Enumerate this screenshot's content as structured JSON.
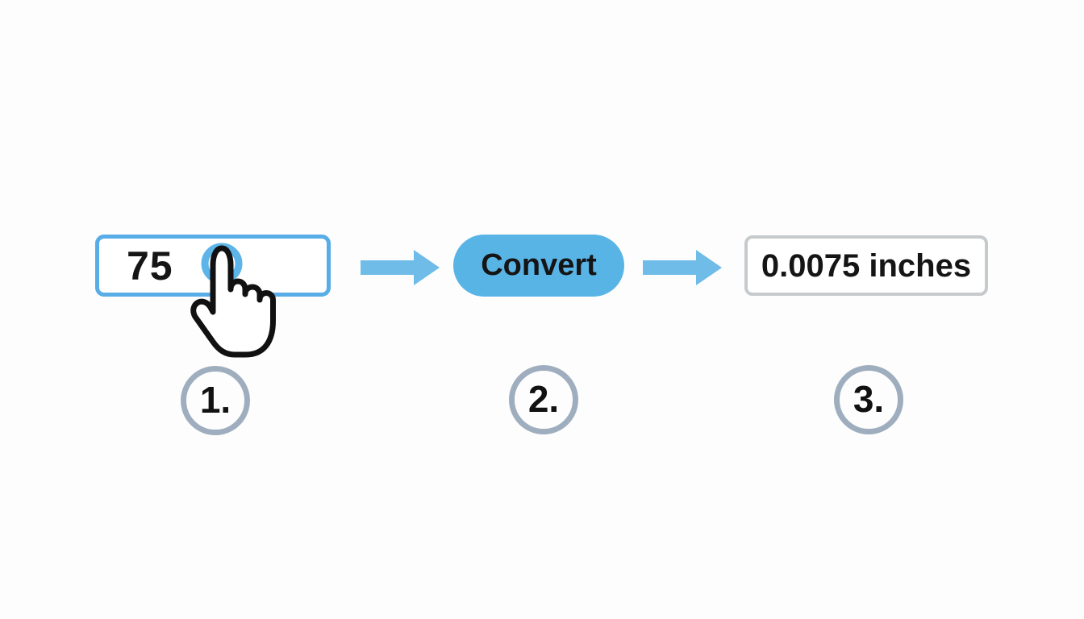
{
  "colors": {
    "background": "#FDFDFD",
    "input_border_blue": "#58ADE6",
    "button_blue": "#59B4E6",
    "arrow_blue": "#6FBCE8",
    "ring_blue": "#5CB4E8",
    "result_border_gray": "#C6CACD",
    "step_circle_gray": "#9FAEBE",
    "text_dark": "#151515"
  },
  "flow": {
    "input": {
      "value": "75"
    },
    "button": {
      "label": "Convert"
    },
    "result": {
      "value": "0.0075 inches"
    },
    "steps": [
      {
        "label": "1."
      },
      {
        "label": "2."
      },
      {
        "label": "3."
      }
    ]
  },
  "icons": {
    "tap_hand": "tap-hand-pointer-icon",
    "arrow": "right-block-arrow-icon"
  }
}
